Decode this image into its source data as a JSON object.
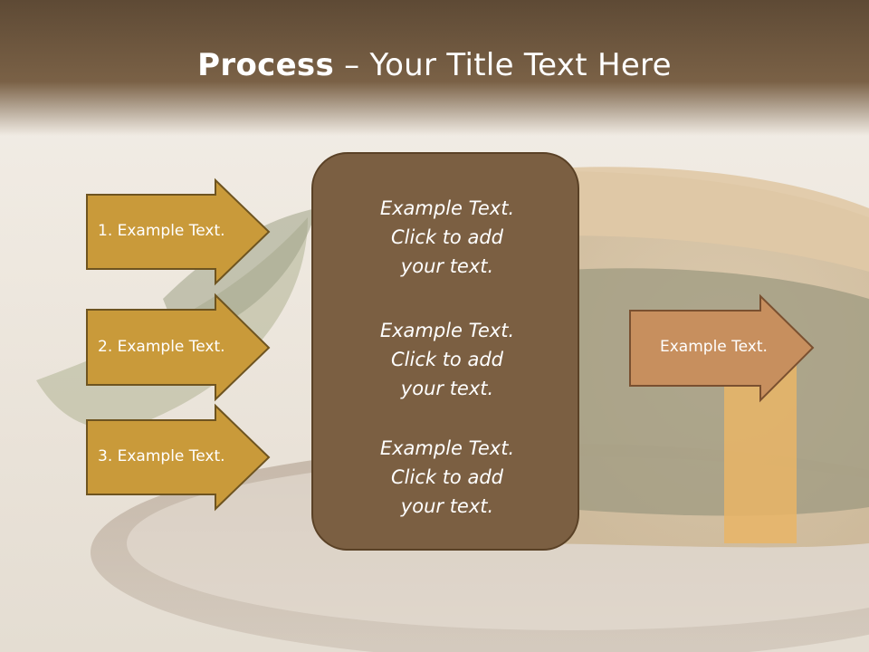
{
  "slide": {
    "title_bold": "Process",
    "title_rest": " – Your Title Text Here"
  },
  "left_arrows": [
    {
      "label": "1. Example Text."
    },
    {
      "label": "2. Example Text."
    },
    {
      "label": "3. Example Text."
    }
  ],
  "center_box": {
    "blocks": [
      {
        "line1": "Example Text.",
        "line2": "Click  to add",
        "line3": "your text."
      },
      {
        "line1": "Example Text.",
        "line2": "Click  to add",
        "line3": "your text."
      },
      {
        "line1": "Example Text.",
        "line2": "Click  to add",
        "line3": "your text."
      }
    ]
  },
  "right_arrow": {
    "label": "Example Text."
  },
  "colors": {
    "left_arrow_fill": "#c99a3a",
    "center_box_fill": "#7b5f42",
    "right_arrow_fill": "#c78f5e",
    "header_band": "#6b5540"
  }
}
